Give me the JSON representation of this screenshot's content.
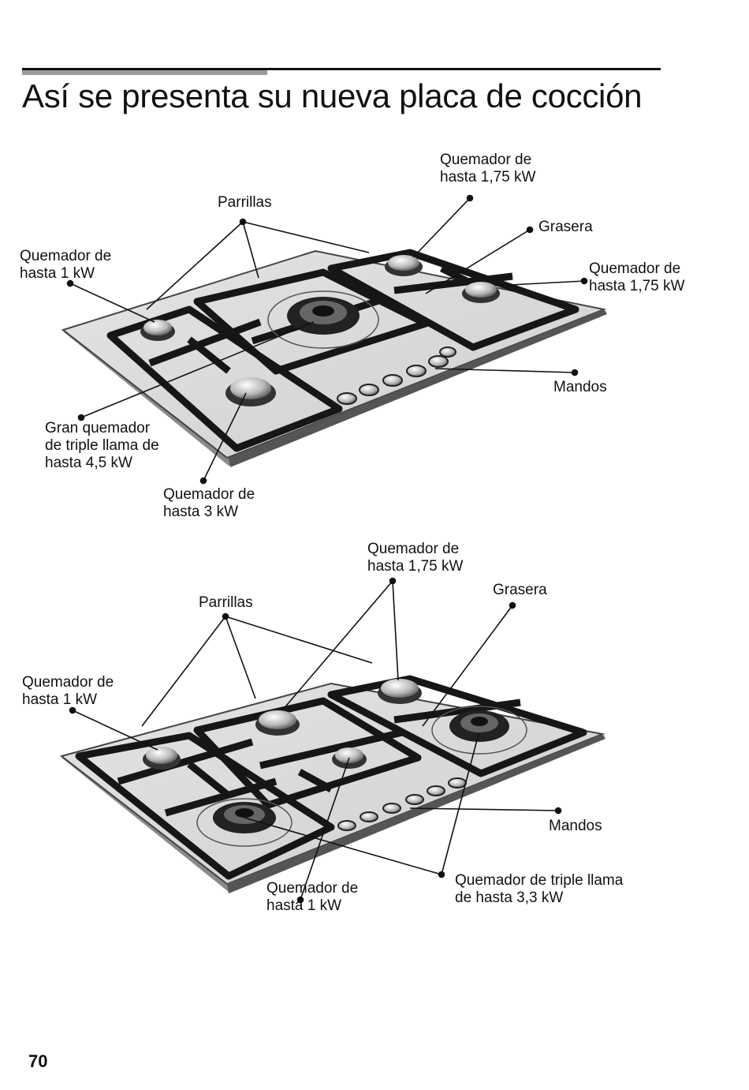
{
  "title": "Así se presenta su nueva placa de cocción",
  "page_number": "70",
  "diagram_top": {
    "labels": {
      "parrillas": "Parrillas",
      "quemador_1kw": [
        "Quemador de",
        "hasta 1 kW"
      ],
      "quemador_175_top": [
        "Quemador de",
        "hasta 1,75 kW"
      ],
      "grasera": "Grasera",
      "quemador_175_right": [
        "Quemador de",
        "hasta 1,75 kW"
      ],
      "mandos": "Mandos",
      "gran_quemador": [
        "Gran quemador",
        "de triple llama de",
        "hasta 4,5 kW"
      ],
      "quemador_3kw": [
        "Quemador de",
        "hasta 3 kW"
      ]
    }
  },
  "diagram_bottom": {
    "labels": {
      "parrillas": "Parrillas",
      "quemador_175": [
        "Quemador de",
        "hasta 1,75 kW"
      ],
      "grasera": "Grasera",
      "quemador_1kw_left": [
        "Quemador de",
        "hasta 1 kW"
      ],
      "mandos": "Mandos",
      "quemador_1kw_bottom": [
        "Quemador de",
        "hasta 1 kW"
      ],
      "quemador_triple": [
        "Quemador de triple llama",
        "de hasta 3,3 kW"
      ]
    }
  }
}
